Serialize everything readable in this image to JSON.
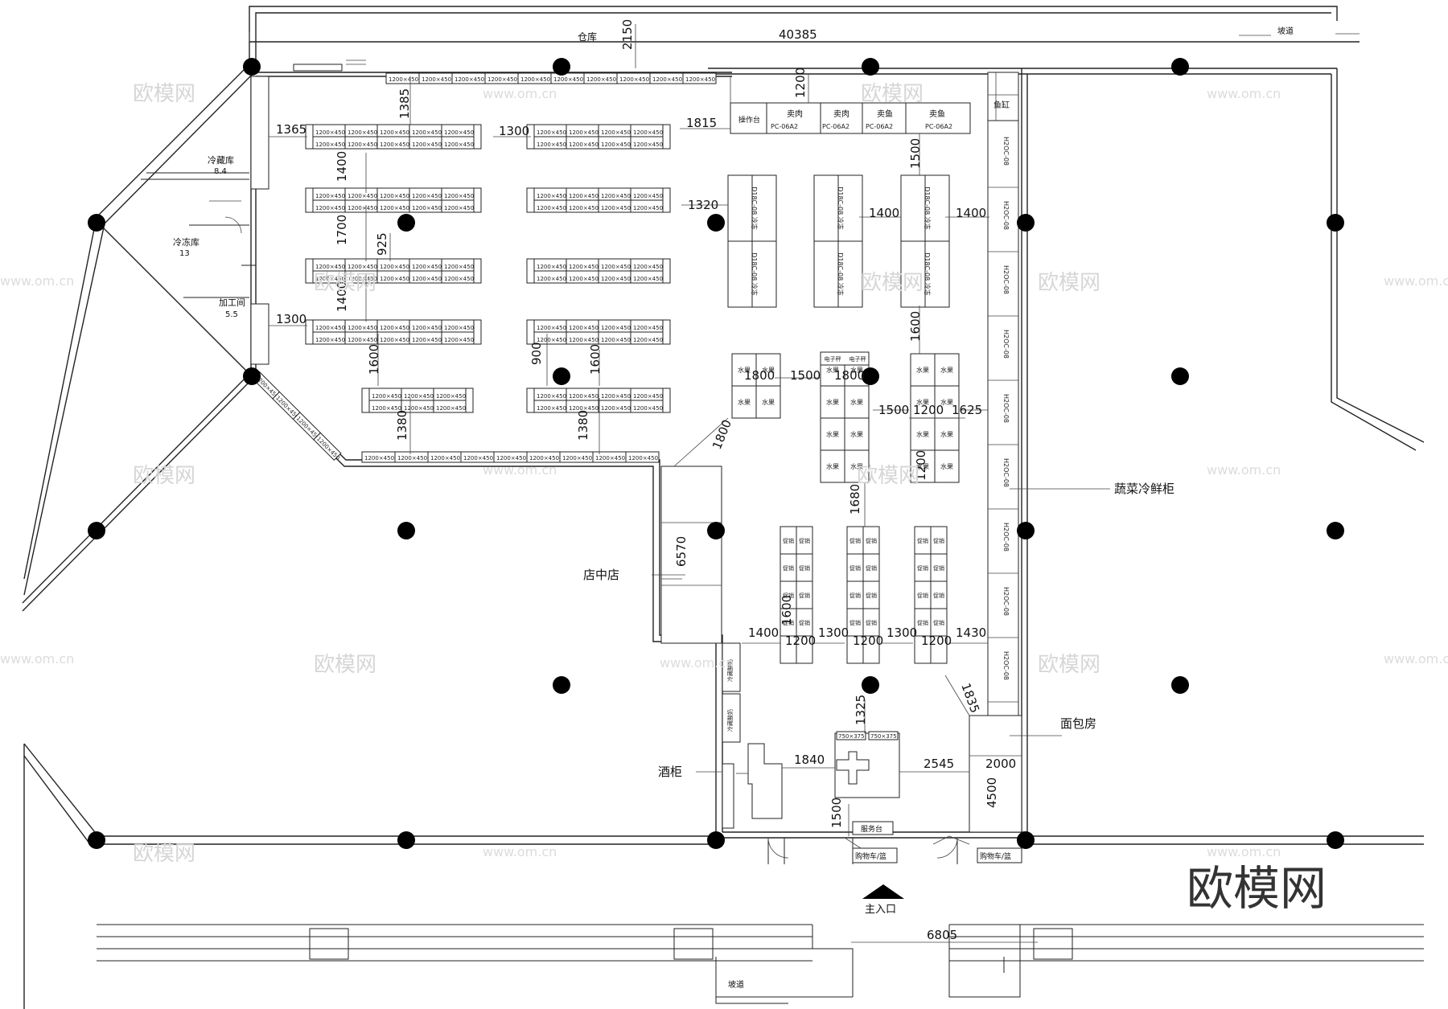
{
  "title": "",
  "labels": {
    "warehouse": "仓库",
    "ramp_top": "坡道",
    "ramp_bottom": "坡道",
    "cold_storage": "冷藏库",
    "cold_storage_area": "8.4",
    "freezer": "冷冻库",
    "freezer_area": "13",
    "processing": "加工间",
    "processing_area": "5.5",
    "operation_table": "操作台",
    "meat_1": "卖肉",
    "meat_2": "卖肉",
    "fish_1": "卖鱼",
    "fish_2": "卖鱼",
    "fish_tank": "鱼缸",
    "vegetable_cabinet": "蔬菜冷鲜柜",
    "shop_in_shop": "店中店",
    "bakery": "面包房",
    "wine_cabinet": "酒柜",
    "service_desk": "服务台",
    "cart_1": "购物车/篮",
    "cart_2": "购物车/篮",
    "main_entrance": "主入口",
    "logo": "欧模网",
    "watermark": "欧模网",
    "watermark_url": "www.om.cn"
  },
  "fixture_texts": {
    "shelf_1200": "1200×450",
    "shelf_900": "900×450",
    "freezer_code": "D18C-08",
    "freezer_type": "冷冻",
    "meat_code": "PC-06A2",
    "veg_code": "H2OC-08",
    "fruit": "水果",
    "scale": "电子秤",
    "promo": "促销",
    "table_750": "750×375"
  },
  "dimensions": {
    "d40385": "40385",
    "d2150": "2150",
    "d1200": "1200",
    "d1385": "1385",
    "d1365": "1365",
    "d1300a": "1300",
    "d1815": "1815",
    "d1400a": "1400",
    "d1500a": "1500",
    "d1400b": "1400",
    "d1320": "1320",
    "d1400c": "1400",
    "d1700": "1700",
    "d925": "925",
    "d1400d": "1400",
    "d1300b": "1300",
    "d1600a": "1600",
    "d900": "900",
    "d1600b": "1600",
    "d1380a": "1380",
    "d1380b": "1380",
    "d1600c": "1600",
    "d1800a": "1800",
    "d1500b": "1500",
    "d1800b": "1800",
    "d1500c": "1500",
    "d1200b": "1200",
    "d1625": "1625",
    "d1200c": "1200",
    "d1800c": "1800",
    "d1680": "1680",
    "d6570": "6570",
    "d1600d": "1600",
    "d1400e": "1400",
    "d1200e": "1200",
    "d1300c": "1300",
    "d1200f": "1200",
    "d1300d": "1300",
    "d1200g": "1200",
    "d1430": "1430",
    "d1835": "1835",
    "d1325": "1325",
    "d1840": "1840",
    "d2545": "2545",
    "d2000": "2000",
    "d4500": "4500",
    "d1500d": "1500",
    "d6805": "6805"
  }
}
